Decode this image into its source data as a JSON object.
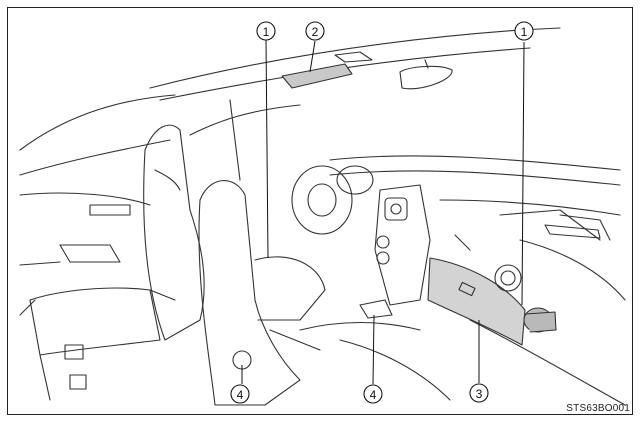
{
  "figure": {
    "code": "STS63BO001",
    "callouts": [
      "1",
      "2",
      "1",
      "4",
      "4",
      "3"
    ]
  }
}
